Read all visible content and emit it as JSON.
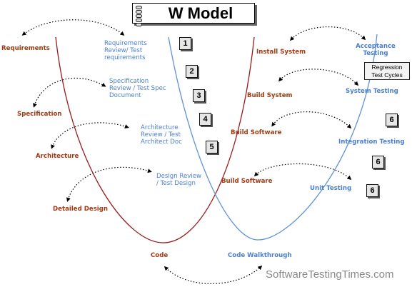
{
  "title": "W Model",
  "left_labels": {
    "requirements": "Requirements",
    "specification": "Specification",
    "architecture": "Architecture",
    "detailed_design": "Detailed Design",
    "code": "Code"
  },
  "review_labels": {
    "req_review": [
      "Requirements",
      "Review/ Test",
      "requirements"
    ],
    "spec_review": [
      "Specification",
      "Review / Test Spec",
      "Document"
    ],
    "arch_review": [
      "Architecture",
      "Review / Test",
      "Architect Doc"
    ],
    "design_review": [
      "Design Review",
      "/ Test Design"
    ]
  },
  "build_labels": {
    "install": "Install System",
    "build_system": "Build System",
    "build_software_1": "Build Software",
    "build_software_2": "Build Software"
  },
  "test_labels": {
    "acceptance": [
      "Acceptance",
      "Testing"
    ],
    "system": "System Testing",
    "integration": "Integration Testing",
    "unit": "Unit Testing",
    "walkthrough": "Code Walkthrough"
  },
  "regression": [
    "Regression",
    "Test Cycles"
  ],
  "step_numbers": [
    "1",
    "2",
    "3",
    "4",
    "5",
    "6",
    "6",
    "6"
  ],
  "watermark": "SoftwareTestingTimes.com",
  "colors": {
    "dev_curve": "#9b1b1b",
    "test_curve": "#5f93d6",
    "dev_text": "#a33a12",
    "test_text": "#4a7fd4"
  }
}
